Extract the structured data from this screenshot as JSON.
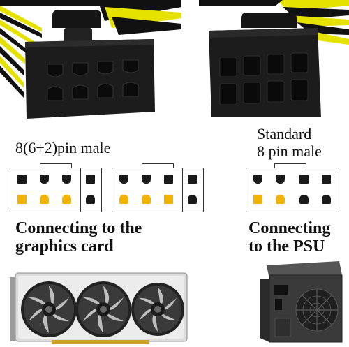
{
  "labels": {
    "left_header": "8(6+2)pin male",
    "right_header_line1": "Standard",
    "right_header_line2": "8 pin male",
    "left_caption_line1": "Connecting to the",
    "left_caption_line2": "graphics card",
    "right_caption_line1": "Connecting",
    "right_caption_line2": "to the PSU"
  },
  "colors": {
    "pin_black": "#1a1a1a",
    "pin_yellow": "#f2b300",
    "connector_body": "#1c1c1c",
    "wire_yellow": "#e6e200",
    "wire_black": "#111111"
  }
}
